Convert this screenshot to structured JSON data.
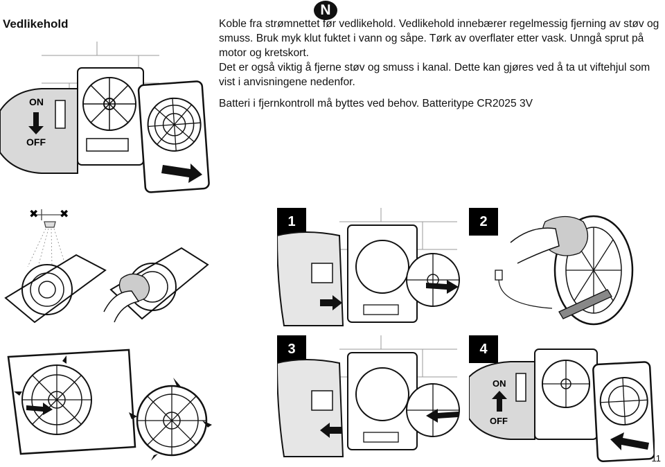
{
  "section": {
    "title": "Vedlikehold"
  },
  "badge": "N",
  "paragraphs": [
    "Koble fra strømnettet før vedlikehold. Vedlikehold innebærer regelmessig fjerning av støv og smuss. Bruk myk klut fuktet i vann og såpe. Tørk av overflater etter vask. Unngå sprut på motor og kretskort.",
    "Det er også viktig å fjerne støv og smuss i kanal. Dette kan gjøres ved å ta ut viftehjul som vist i anvisningene nedenfor.",
    "Batteri i fjernkontroll må byttes ved behov. Batteritype CR2025 3V"
  ],
  "switch": {
    "on": "ON",
    "off": "OFF"
  },
  "steps": [
    "1",
    "2",
    "3",
    "4"
  ],
  "page_number": "11"
}
